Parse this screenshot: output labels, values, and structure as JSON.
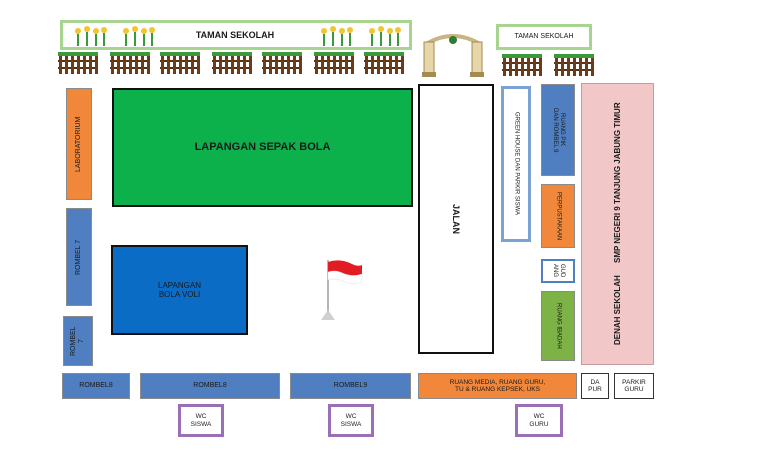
{
  "colors": {
    "green_field": "#0db14b",
    "blue_dark": "#0a6cc4",
    "blue_mid": "#4f7fc0",
    "orange": "#f0873a",
    "olive": "#7db346",
    "pink": "#f2c7c7",
    "garden_border": "#a7d58f",
    "wc_border": "#9b6fb6"
  },
  "garden": {
    "main": "TAMAN SEKOLAH",
    "right": "TAMAN SEKOLAH"
  },
  "fields": {
    "football": "LAPANGAN SEPAK BOLA",
    "volleyball": "LAPANGAN\nBOLA VOLI"
  },
  "road": "JALAN",
  "rooms": {
    "laboratorium": "LABORATORIUM",
    "rombel7_top": "ROMBEL 7",
    "rombel7_bottom": "ROMBEL\n7",
    "rombel8_left": "ROMBEL8",
    "rombel8_mid": "ROMBEL8",
    "rombel9": "ROMBEL9",
    "greenhouse": "GREEN HOUSE DAN PARKIR SISWA",
    "ruang_pik": "RUANG PIK\nDAN ROMBEL 9",
    "perpustakaan": "PERPUSTAKAAN",
    "gudang": "GUD\nANG",
    "ruang_ibadah": "RUANG IBADAH",
    "ruang_media": "RUANG MEDIA, RUANG GURU,\nTU & RUANG KEPSEK, UKS",
    "dapur": "DA\nPUR",
    "parkir_guru": "PARKIR\nGURU"
  },
  "wc": {
    "siswa_1": "WC\nSISWA",
    "siswa_2": "WC\nSISWA",
    "guru": "WC\nGURU"
  },
  "title": {
    "line1": "DENAH SEKOLAH",
    "line2": "SMP NEGERI 9 TANJUNG JABUNG TIMUR"
  },
  "flag": {
    "colors": [
      "#e31b23",
      "#ffffff"
    ]
  }
}
